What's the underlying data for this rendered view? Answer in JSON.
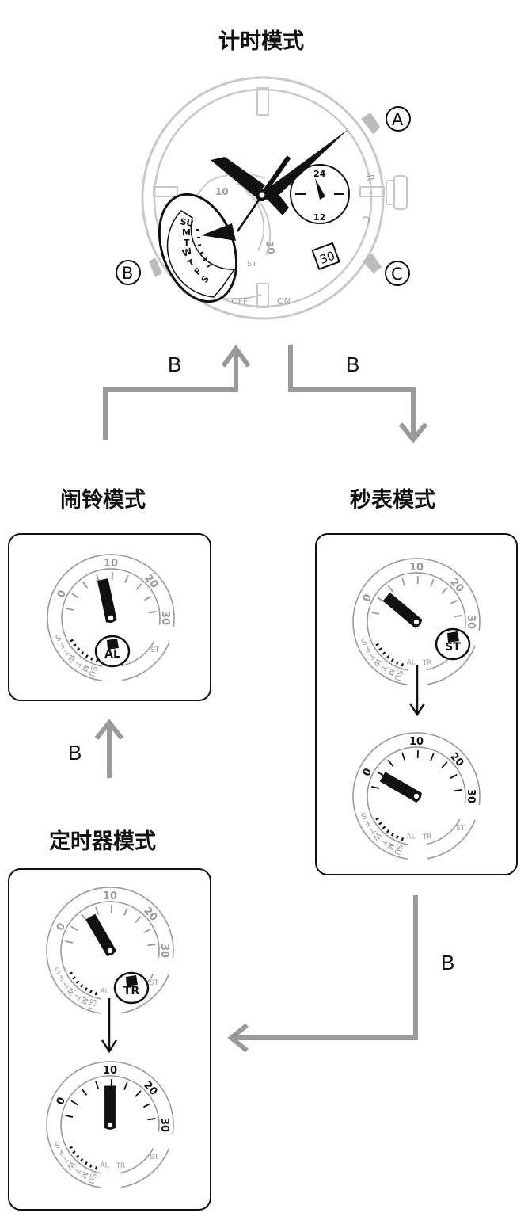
{
  "titles": {
    "timekeeping": "计时模式",
    "alarm": "闹铃模式",
    "stopwatch": "秒表模式",
    "timer": "定时器模式"
  },
  "button_press": "B",
  "buttons": {
    "a": "A",
    "b": "B",
    "c": "C"
  },
  "watch": {
    "bezel_marks": [
      "R",
      "C"
    ],
    "subdial": [
      "24",
      "12"
    ],
    "date": "30",
    "ring_numbers": [
      "10",
      "30"
    ],
    "ring_labels": [
      "ST",
      "OFF",
      "ON"
    ],
    "days": [
      "SU",
      "M",
      "T",
      "W",
      "T",
      "F",
      "S"
    ]
  },
  "dial": {
    "numbers": [
      "0",
      "10",
      "20",
      "30"
    ],
    "modes": [
      "AL",
      "TR",
      "ST"
    ],
    "days": [
      "SU",
      "M",
      "T",
      "W",
      "T",
      "F",
      "S"
    ]
  },
  "highlight": {
    "alarm": "AL",
    "stopwatch": "ST",
    "timer": "TR"
  },
  "colors": {
    "ink": "#111111",
    "gray": "#9a9a9a",
    "light": "#c8c8c8"
  }
}
